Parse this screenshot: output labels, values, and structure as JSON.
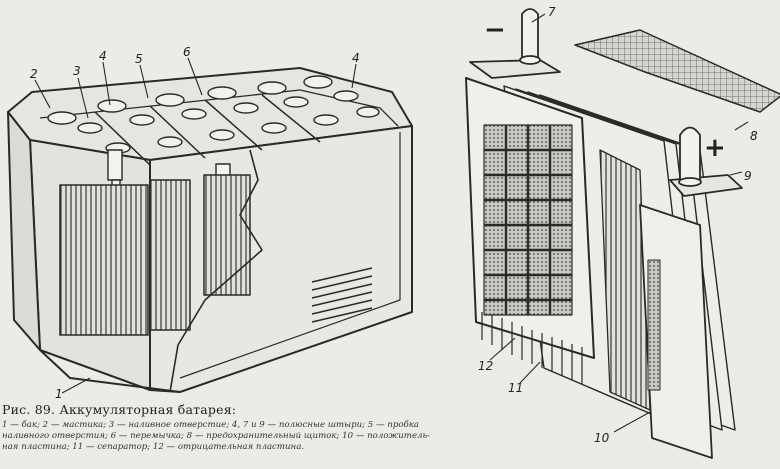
{
  "labels": {
    "left": [
      "1",
      "2",
      "3",
      "4",
      "5",
      "6",
      "4"
    ],
    "right": [
      "7",
      "8",
      "9",
      "10",
      "11",
      "12"
    ],
    "minus": "−",
    "plus": "+"
  },
  "caption": {
    "title": "Рис. 89. Аккумуляторная батарея:",
    "legend": [
      "1 — бак; 2 — мастика; 3 — наливное отверстие; 4, 7 и 9 — полюсные штыри; 5 — пробка",
      "наливного отверстия; 6 — перемычка; 8 — предохранительный щиток; 10 — положитель-",
      "ная пластина; 11 — сепаратор; 12 — отрицательная пластина."
    ]
  },
  "colors": {
    "ink": "#2a2a2a",
    "paper": "#ecebe6",
    "shade": "#9c9c9c"
  }
}
